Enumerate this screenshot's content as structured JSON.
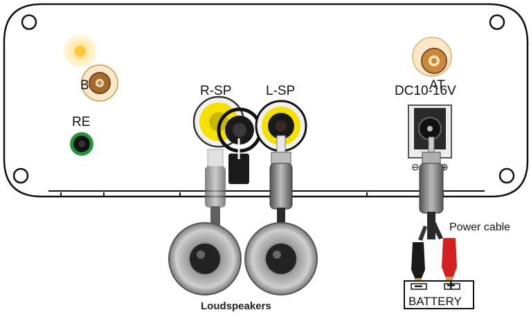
{
  "labels": {
    "b": "B",
    "at": "AT",
    "re": "RE",
    "rsp": "R-SP",
    "lsp": "L-SP",
    "dc": "DC10-16V",
    "power_cable": "Power cable",
    "loudspeakers": "Loudspeakers",
    "battery": "BATTERY",
    "minus": "−",
    "plus": "+"
  },
  "colors": {
    "outline": "#111111",
    "yellow_jack": "#f5e000",
    "green_jack": "#1d9a3a",
    "gold_jack": "#c9953a",
    "red_clip": "#d42020",
    "black_clip": "#1a1a1a",
    "speaker_gray": "#7a7a7a"
  }
}
